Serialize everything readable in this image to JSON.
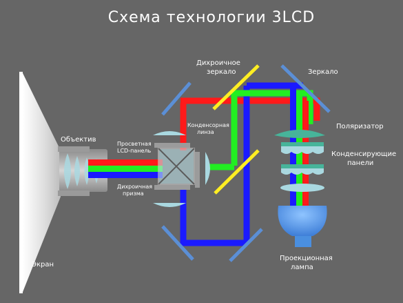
{
  "title": "Схема технологии 3LCD",
  "labels": {
    "screen": "Экран",
    "lens": "Объектив",
    "transmissive_lcd_line1": "Просветная",
    "transmissive_lcd_line2": "LCD-панель",
    "dichroic_prism_line1": "Дихроичная",
    "dichroic_prism_line2": "призма",
    "condenser_lens_line1": "Конденсорная",
    "condenser_lens_line2": "линза",
    "dichroic_mirror_line1": "Дихроичное",
    "dichroic_mirror_line2": "зеркало",
    "mirror": "Зеркало",
    "polarizer": "Поляризатор",
    "condensing_panels_line1": "Конденсирующие",
    "condensing_panels_line2": "панели",
    "projection_lamp_line1": "Проекционная",
    "projection_lamp_line2": "лампа"
  },
  "colors": {
    "background": "#666666",
    "red_beam": "#ff1a1a",
    "green_beam": "#22ee22",
    "blue_beam": "#1a1aff",
    "mirror": "#5b8fd6",
    "dichroic_mirror": "#ffee22",
    "optics": "#a9d8e0",
    "polarizer": "#47b49a",
    "lamp": "#4a8fe0"
  }
}
